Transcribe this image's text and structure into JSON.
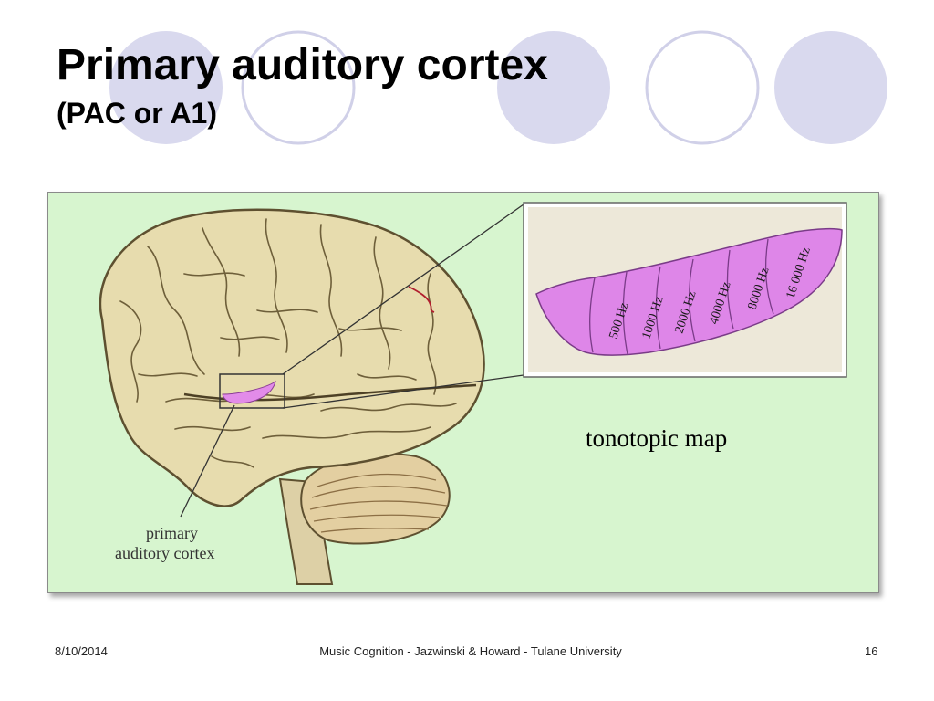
{
  "slide": {
    "title": "Primary auditory cortex",
    "subtitle": "(PAC or A1)"
  },
  "figure": {
    "label_pac_line1": "primary",
    "label_pac_line2": "auditory cortex",
    "inset_caption": "tonotopic map",
    "frequency_bands": [
      "500 Hz",
      "1000 Hz",
      "2000 Hz",
      "4000 Hz",
      "8000 Hz",
      "16 000 Hz"
    ]
  },
  "footer": {
    "date": "8/10/2014",
    "center": "Music Cognition - Jazwinski & Howard - Tulane University",
    "page": "16"
  },
  "colors": {
    "accent_circle": "#d9d9ee",
    "circle_stroke": "#d0d0e8",
    "panel_bg": "#d7f5cf",
    "brain": "#e7dcae",
    "cortex_highlight": "#e28be9",
    "inset_bg": "#ede8d9"
  },
  "icons": [
    "decorative-circle-icon",
    "brain-illustration-icon"
  ]
}
